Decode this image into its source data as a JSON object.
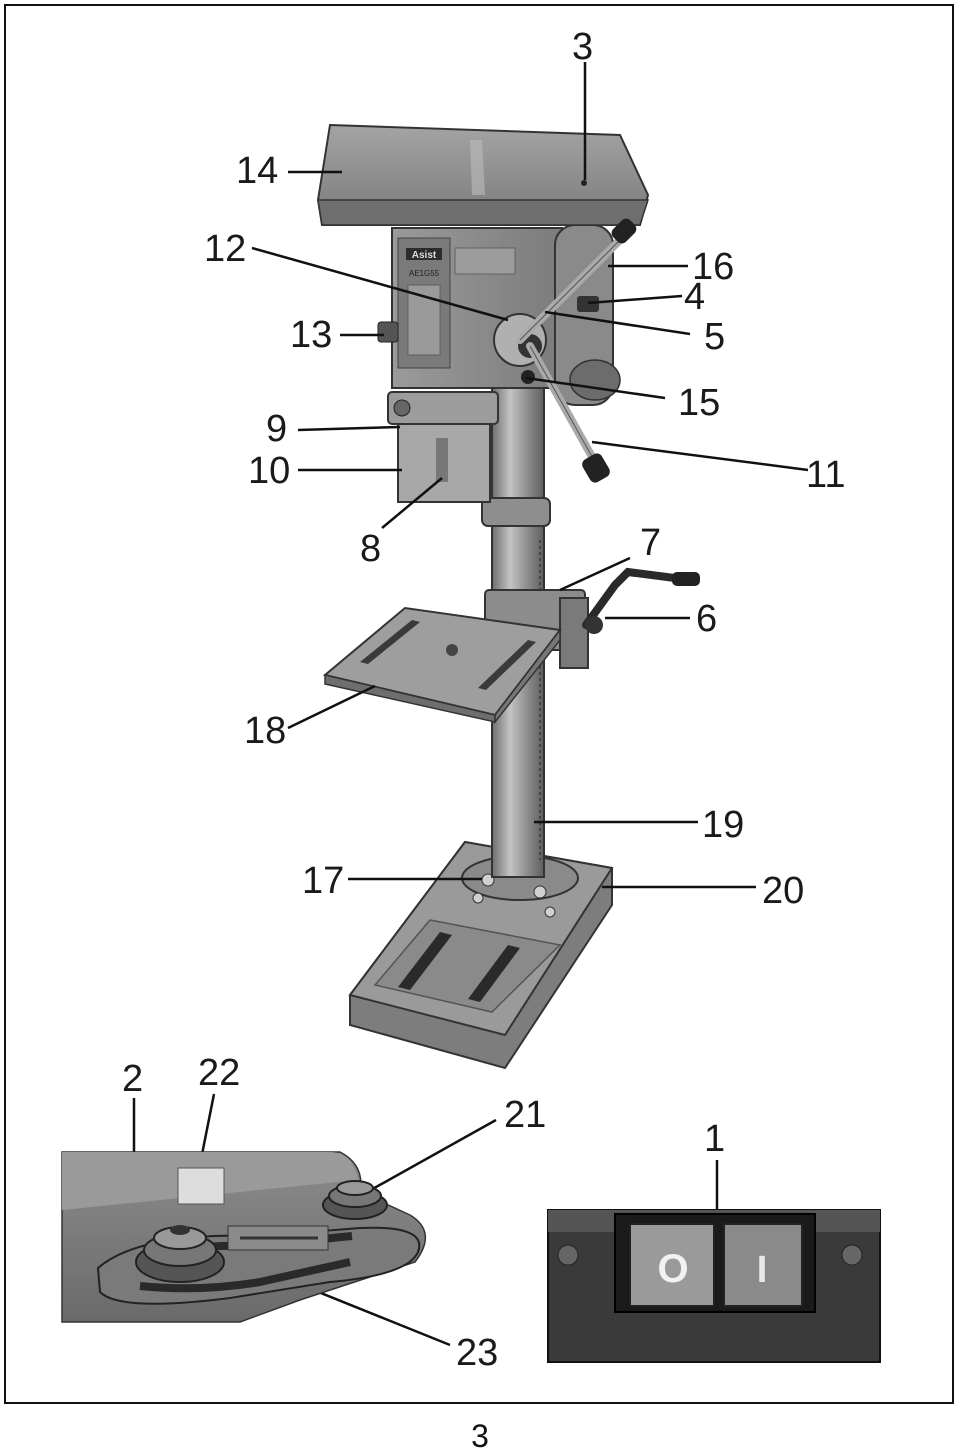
{
  "figure": {
    "callouts": [
      "3",
      "14",
      "12",
      "16",
      "4",
      "13",
      "5",
      "15",
      "9",
      "10",
      "11",
      "8",
      "7",
      "6",
      "18",
      "19",
      "17",
      "20",
      "2",
      "22",
      "21",
      "1",
      "23"
    ],
    "switch_labels": {
      "off": "O",
      "on": "I"
    },
    "brand_label": "Asist",
    "model_label": "AE1G55"
  },
  "page": {
    "number": "3"
  },
  "colors": {
    "cast_body": "#8e8e8e",
    "cast_dark": "#5a5a5a",
    "column": "#9c9c9c",
    "ink": "#111111"
  }
}
